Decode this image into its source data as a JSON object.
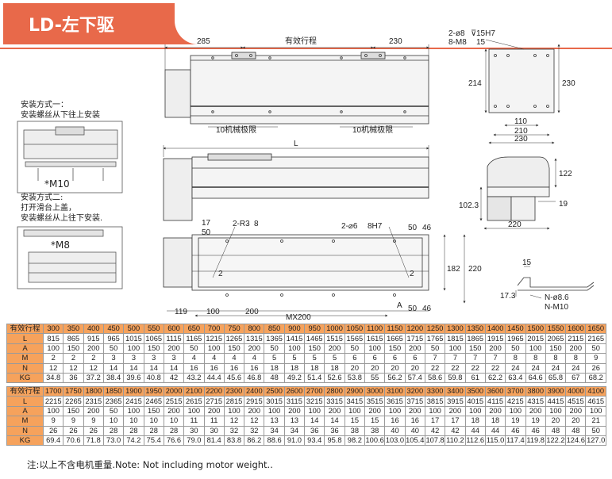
{
  "header": {
    "title": "LD-左下驱"
  },
  "notes": {
    "mount1_title": "安装方式一：",
    "mount1_desc": "安装螺丝从下往上安装",
    "mount1_screw": "*M10",
    "mount2_title": "安装方式二:",
    "mount2_line1": "打开滑台上盖，",
    "mount2_line2": "安装螺丝从上往下安装.",
    "mount2_screw": "*M8"
  },
  "dims": {
    "left_len": "285",
    "effective_travel": "有效行程",
    "right_len": "230",
    "limit_left": "10机械极限",
    "limit_right": "10机械极限",
    "total_L": "L",
    "end_hole_1": "2-ø8",
    "end_hole_1_sym": "⊽",
    "end_hole_1_b": "15H7",
    "end_hole_2": "8-M8",
    "end_hole_2_b": "15",
    "end_h_left": "214",
    "end_h_right": "230",
    "end_w_110": "110",
    "end_w_210": "210",
    "end_w_230": "230",
    "side_122": "122",
    "side_102": "102.3",
    "side_19": "19",
    "side_220": "220",
    "bot_17": "17",
    "bot_50a": "50",
    "bot_r3": "2-R3",
    "bot_r3_d": "8",
    "bot_hole": "2-⌀6",
    "bot_hole_d": "8H7",
    "bot_50b": "50",
    "bot_46a": "46",
    "bot_182": "182",
    "bot_220": "220",
    "bot_2a": "2",
    "bot_2b": "2",
    "bot_119": "119",
    "bot_100": "100",
    "bot_200": "200",
    "bot_A": "A",
    "bot_50c": "50",
    "bot_46b": "46",
    "bot_mx": "MX200",
    "det_15": "15",
    "det_17": "17.3",
    "det_n1": "N-ø8.6",
    "det_n2": "N-M10"
  },
  "table1": {
    "rows": [
      {
        "label": "有效行程",
        "values": [
          "300",
          "350",
          "400",
          "450",
          "500",
          "550",
          "600",
          "650",
          "700",
          "750",
          "800",
          "850",
          "900",
          "950",
          "1000",
          "1050",
          "1100",
          "1150",
          "1200",
          "1250",
          "1300",
          "1350",
          "1400",
          "1450",
          "1500",
          "1550",
          "1600",
          "1650"
        ]
      },
      {
        "label": "L",
        "values": [
          "815",
          "865",
          "915",
          "965",
          "1015",
          "1065",
          "1115",
          "1165",
          "1215",
          "1265",
          "1315",
          "1365",
          "1415",
          "1465",
          "1515",
          "1565",
          "1615",
          "1665",
          "1715",
          "1765",
          "1815",
          "1865",
          "1915",
          "1965",
          "2015",
          "2065",
          "2115",
          "2165"
        ]
      },
      {
        "label": "A",
        "values": [
          "100",
          "150",
          "200",
          "50",
          "100",
          "150",
          "200",
          "50",
          "100",
          "150",
          "200",
          "50",
          "100",
          "150",
          "200",
          "50",
          "100",
          "150",
          "200",
          "50",
          "100",
          "150",
          "200",
          "50",
          "100",
          "150",
          "200",
          "50"
        ]
      },
      {
        "label": "M",
        "values": [
          "2",
          "2",
          "2",
          "3",
          "3",
          "3",
          "3",
          "4",
          "4",
          "4",
          "4",
          "5",
          "5",
          "5",
          "5",
          "6",
          "6",
          "6",
          "6",
          "7",
          "7",
          "7",
          "7",
          "8",
          "8",
          "8",
          "8",
          "9"
        ]
      },
      {
        "label": "N",
        "values": [
          "12",
          "12",
          "12",
          "14",
          "14",
          "14",
          "14",
          "16",
          "16",
          "16",
          "16",
          "18",
          "18",
          "18",
          "18",
          "20",
          "20",
          "20",
          "20",
          "22",
          "22",
          "22",
          "22",
          "24",
          "24",
          "24",
          "24",
          "26"
        ]
      },
      {
        "label": "KG",
        "values": [
          "34.8",
          "36",
          "37.2",
          "38.4",
          "39.6",
          "40.8",
          "42",
          "43.2",
          "44.4",
          "45.6",
          "46.8",
          "48",
          "49.2",
          "51.4",
          "52.6",
          "53.8",
          "55",
          "56.2",
          "57.4",
          "58.6",
          "59.8",
          "61",
          "62.2",
          "63.4",
          "64.6",
          "65.8",
          "67",
          "68.2"
        ]
      }
    ]
  },
  "table2": {
    "rows": [
      {
        "label": "有效行程",
        "values": [
          "1700",
          "1750",
          "1800",
          "1850",
          "1900",
          "1950",
          "2000",
          "2100",
          "2200",
          "2300",
          "2400",
          "2500",
          "2600",
          "2700",
          "2800",
          "2900",
          "3000",
          "3100",
          "3200",
          "3300",
          "3400",
          "3500",
          "3600",
          "3700",
          "3800",
          "3900",
          "4000",
          "4100"
        ]
      },
      {
        "label": "L",
        "values": [
          "2215",
          "2265",
          "2315",
          "2365",
          "2415",
          "2465",
          "2515",
          "2615",
          "2715",
          "2815",
          "2915",
          "3015",
          "3115",
          "3215",
          "3315",
          "3415",
          "3515",
          "3615",
          "3715",
          "3815",
          "3915",
          "4015",
          "4115",
          "4215",
          "4315",
          "4415",
          "4515",
          "4615"
        ]
      },
      {
        "label": "A",
        "values": [
          "100",
          "150",
          "200",
          "50",
          "100",
          "150",
          "200",
          "100",
          "200",
          "100",
          "200",
          "100",
          "200",
          "100",
          "200",
          "100",
          "200",
          "100",
          "200",
          "100",
          "200",
          "100",
          "200",
          "100",
          "200",
          "100",
          "200",
          "100"
        ]
      },
      {
        "label": "M",
        "values": [
          "9",
          "9",
          "9",
          "10",
          "10",
          "10",
          "10",
          "11",
          "11",
          "12",
          "12",
          "13",
          "13",
          "14",
          "14",
          "15",
          "15",
          "16",
          "16",
          "17",
          "17",
          "18",
          "18",
          "19",
          "19",
          "20",
          "20",
          "21"
        ]
      },
      {
        "label": "N",
        "values": [
          "26",
          "26",
          "26",
          "28",
          "28",
          "28",
          "28",
          "30",
          "30",
          "32",
          "32",
          "34",
          "34",
          "36",
          "36",
          "38",
          "38",
          "40",
          "40",
          "42",
          "42",
          "44",
          "44",
          "46",
          "46",
          "48",
          "48",
          "50"
        ]
      },
      {
        "label": "KG",
        "values": [
          "69.4",
          "70.6",
          "71.8",
          "73.0",
          "74.2",
          "75.4",
          "76.6",
          "79.0",
          "81.4",
          "83.8",
          "86.2",
          "88.6",
          "91.0",
          "93.4",
          "95.8",
          "98.2",
          "100.6",
          "103.0",
          "105.4",
          "107.8",
          "110.2",
          "112.6",
          "115.0",
          "117.4",
          "119.8",
          "122.2",
          "124.6",
          "127.0"
        ]
      }
    ]
  },
  "footnote": "注:以上不含电机重量.Note: Not including motor weight..",
  "colors": {
    "accent": "#e8694a",
    "table_header": "#f6a25c"
  }
}
